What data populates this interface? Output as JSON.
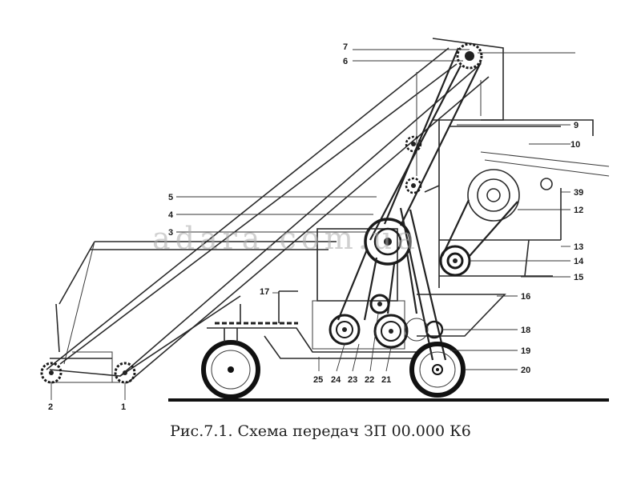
{
  "figure": {
    "caption": "Рис.7.1. Схема передач ЗП 00.000 К6",
    "watermark": "adara.com.ua"
  },
  "callouts": [
    {
      "id": "1",
      "label": "1"
    },
    {
      "id": "2",
      "label": "2"
    },
    {
      "id": "3",
      "label": "3"
    },
    {
      "id": "4",
      "label": "4"
    },
    {
      "id": "5",
      "label": "5"
    },
    {
      "id": "6",
      "label": "6"
    },
    {
      "id": "7",
      "label": "7"
    },
    {
      "id": "9",
      "label": "9"
    },
    {
      "id": "10",
      "label": "10"
    },
    {
      "id": "39",
      "label": "39"
    },
    {
      "id": "12",
      "label": "12"
    },
    {
      "id": "13",
      "label": "13"
    },
    {
      "id": "14",
      "label": "14"
    },
    {
      "id": "15",
      "label": "15"
    },
    {
      "id": "16",
      "label": "16"
    },
    {
      "id": "17",
      "label": "17"
    },
    {
      "id": "18",
      "label": "18"
    },
    {
      "id": "19",
      "label": "19"
    },
    {
      "id": "20",
      "label": "20"
    },
    {
      "id": "21",
      "label": "21"
    },
    {
      "id": "22",
      "label": "22"
    },
    {
      "id": "23",
      "label": "23"
    },
    {
      "id": "24",
      "label": "24"
    },
    {
      "id": "25",
      "label": "25"
    }
  ]
}
